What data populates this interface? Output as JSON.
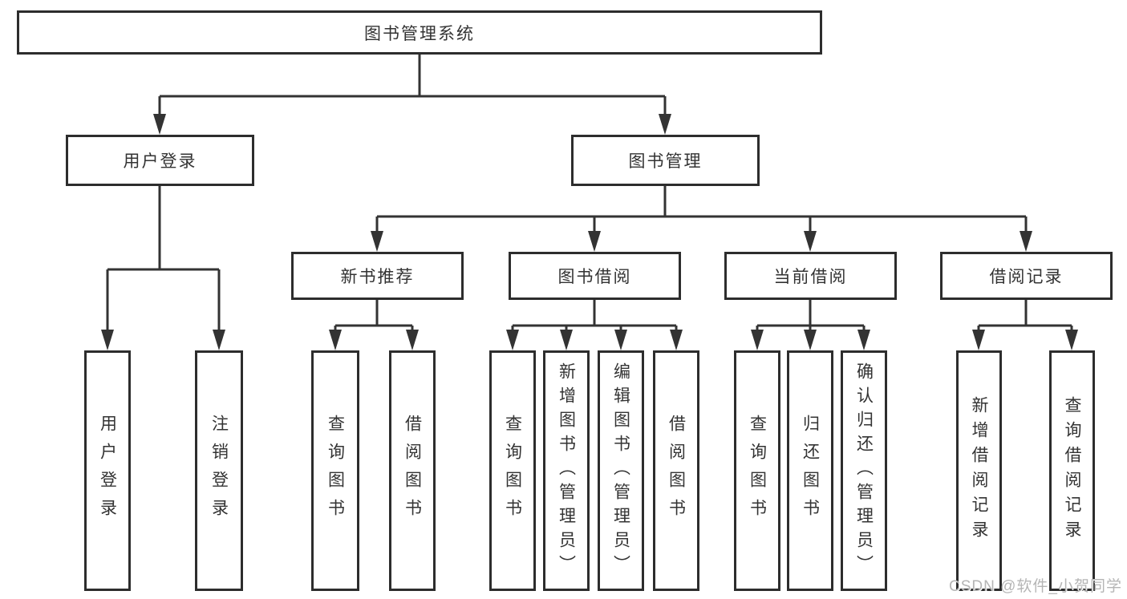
{
  "colors": {
    "line": "#333333",
    "box_border": "#2d2d2d",
    "text": "#333333",
    "watermark": "#b5b5b5",
    "background": "#ffffff"
  },
  "watermark": "CSDN @软件_小贺同学",
  "tree": {
    "label": "图书管理系统",
    "children": [
      {
        "label": "用户登录",
        "children": [
          {
            "label": "用户登录"
          },
          {
            "label": "注销登录"
          }
        ]
      },
      {
        "label": "图书管理",
        "children": [
          {
            "label": "新书推荐",
            "children": [
              {
                "label": "查询图书"
              },
              {
                "label": "借阅图书"
              }
            ]
          },
          {
            "label": "图书借阅",
            "children": [
              {
                "label": "查询图书"
              },
              {
                "label": "新增图书（管理员）"
              },
              {
                "label": "编辑图书（管理员）"
              },
              {
                "label": "借阅图书"
              }
            ]
          },
          {
            "label": "当前借阅",
            "children": [
              {
                "label": "查询图书"
              },
              {
                "label": "归还图书"
              },
              {
                "label": "确认归还（管理员）"
              }
            ]
          },
          {
            "label": "借阅记录",
            "children": [
              {
                "label": "新增借阅记录"
              },
              {
                "label": "查询借阅记录"
              }
            ]
          }
        ]
      }
    ]
  }
}
